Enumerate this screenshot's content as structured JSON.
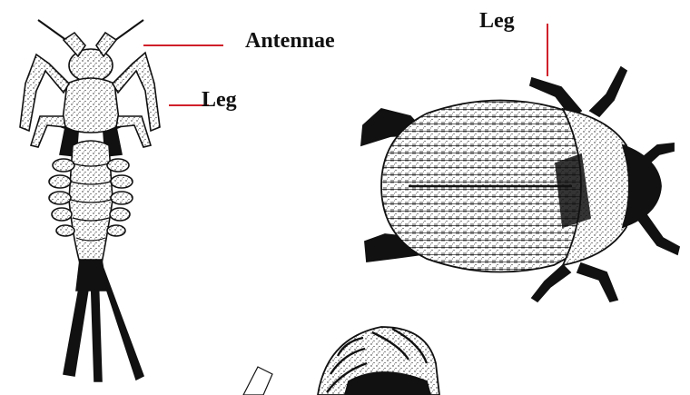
{
  "labels": {
    "antennae": "Antennae",
    "leg_nymph": "Leg",
    "leg_beetle": "Leg"
  },
  "colors": {
    "leader_line": "#d0202a",
    "ink": "#111111",
    "background": "#ffffff"
  }
}
